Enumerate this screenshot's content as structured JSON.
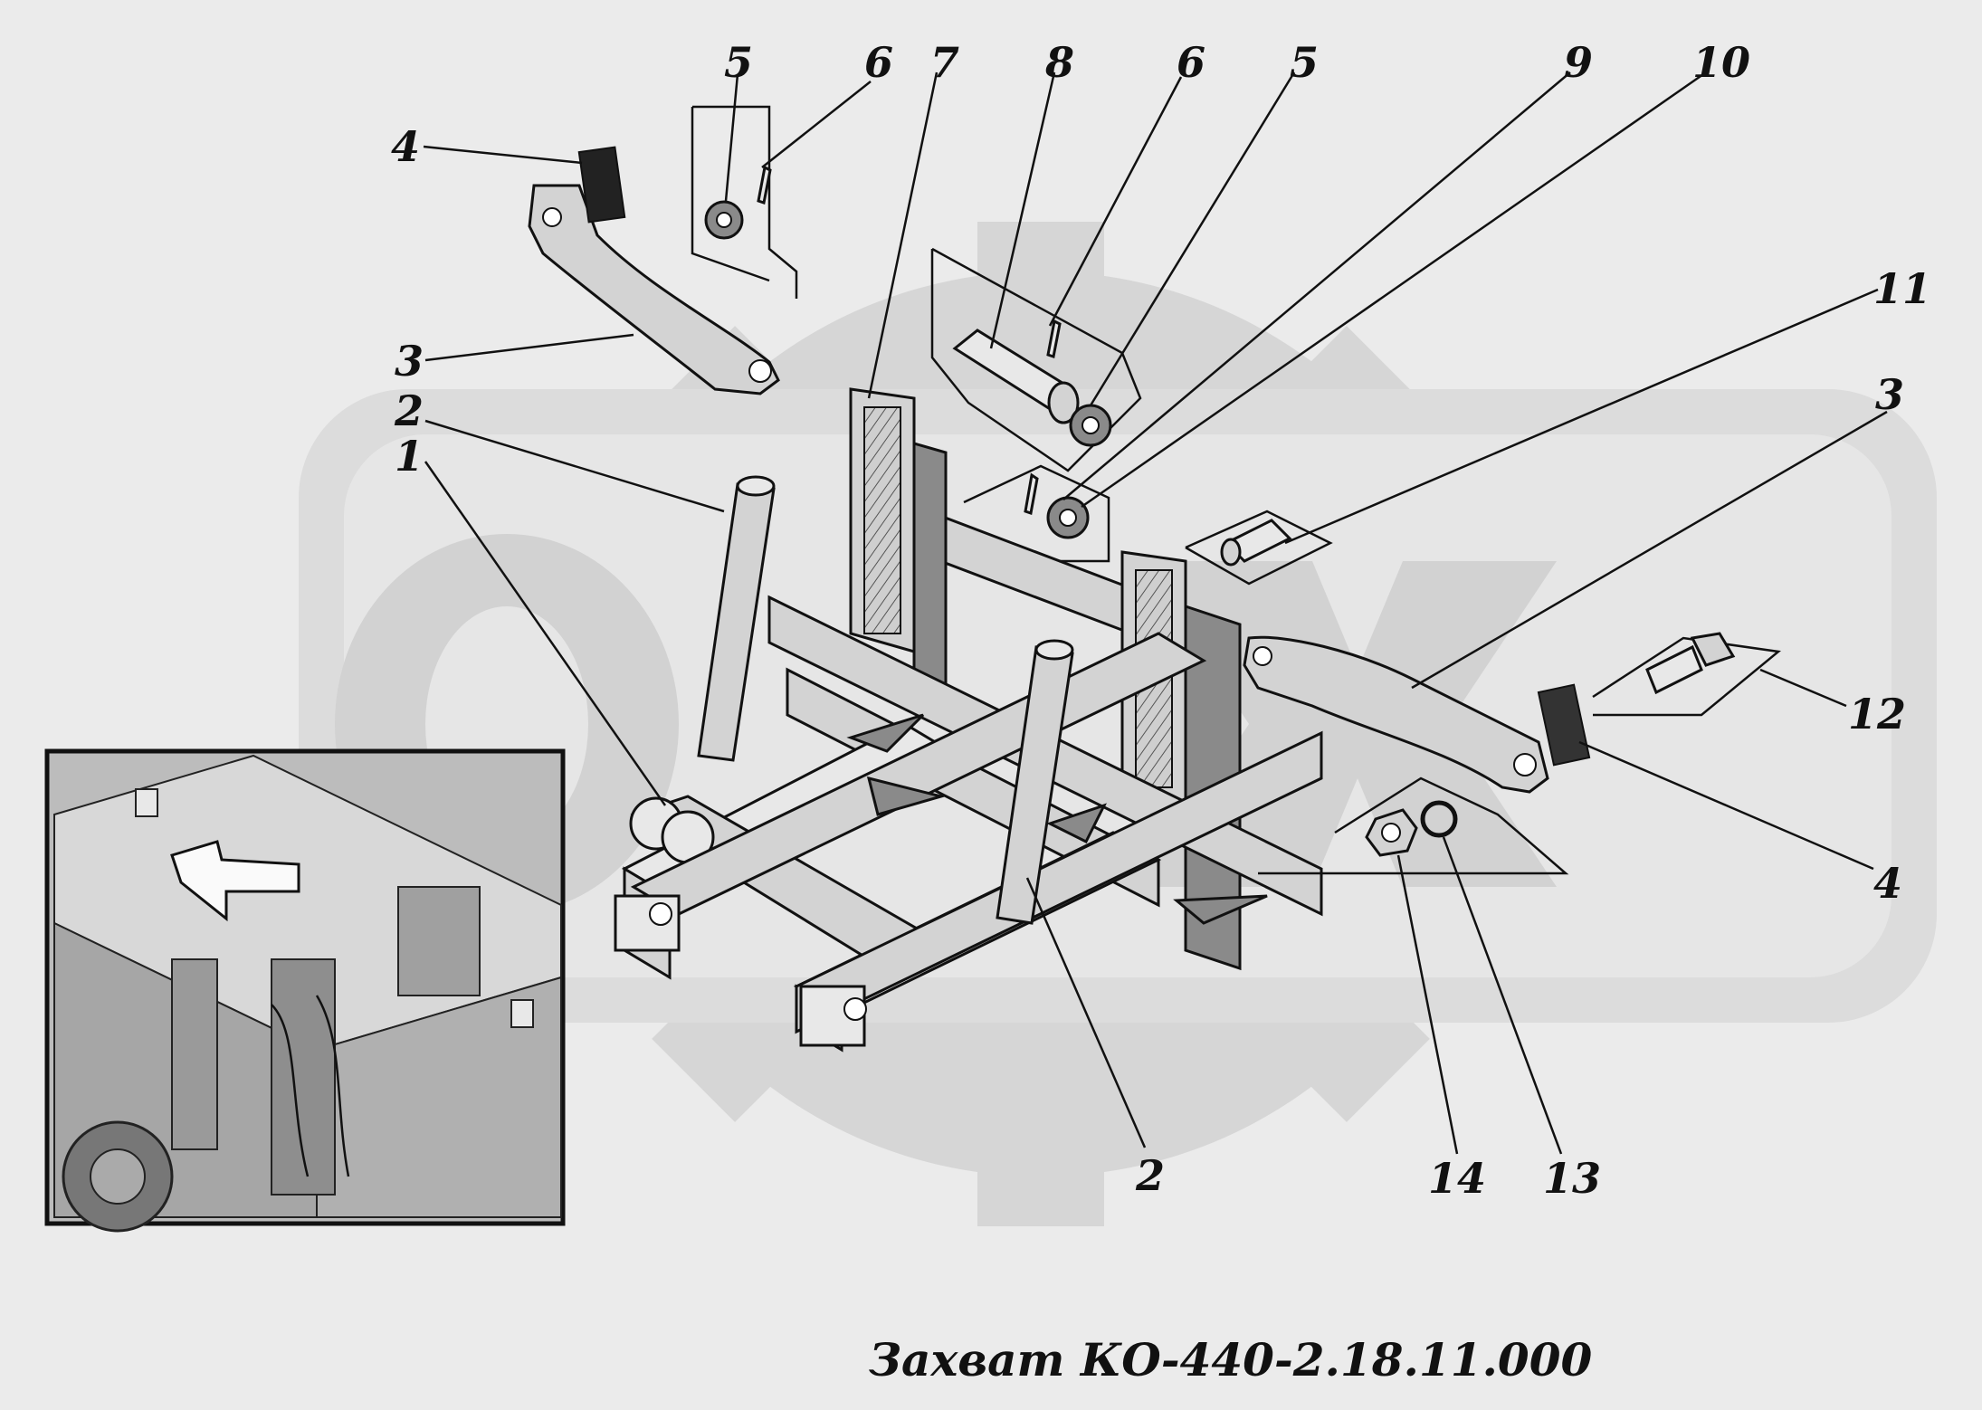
{
  "title": "Захват КО-440-2.18.11.000",
  "callouts": [
    {
      "id": "c5a",
      "label": "5"
    },
    {
      "id": "c6a",
      "label": "6"
    },
    {
      "id": "c7",
      "label": "7"
    },
    {
      "id": "c8",
      "label": "8"
    },
    {
      "id": "c6b",
      "label": "6"
    },
    {
      "id": "c5b",
      "label": "5"
    },
    {
      "id": "c9",
      "label": "9"
    },
    {
      "id": "c10",
      "label": "10"
    },
    {
      "id": "c4a",
      "label": "4"
    },
    {
      "id": "c3a",
      "label": "3"
    },
    {
      "id": "c2a",
      "label": "2"
    },
    {
      "id": "c1",
      "label": "1"
    },
    {
      "id": "c11",
      "label": "11"
    },
    {
      "id": "c3b",
      "label": "3"
    },
    {
      "id": "c12",
      "label": "12"
    },
    {
      "id": "c4b",
      "label": "4"
    },
    {
      "id": "c2b",
      "label": "2"
    },
    {
      "id": "c14",
      "label": "14"
    },
    {
      "id": "c13",
      "label": "13"
    }
  ],
  "colors": {
    "ink": "#111111",
    "background": "#ebebeb",
    "watermark": "#d4d4d4"
  }
}
